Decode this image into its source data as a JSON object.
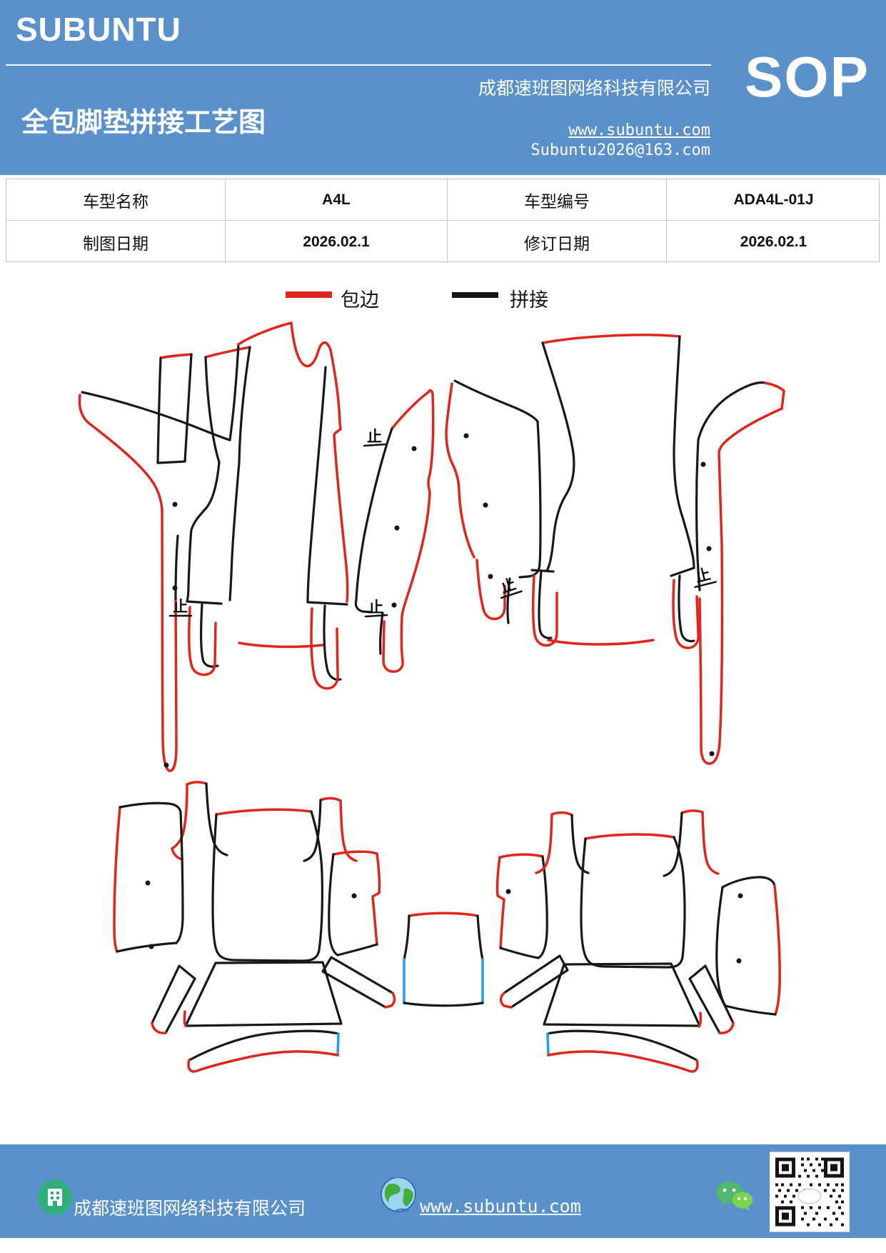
{
  "header": {
    "logo": "SUBUNTU",
    "title": "全包脚垫拼接工艺图",
    "company": "成都速班图网络科技有限公司",
    "sop_label": "SOP",
    "website": "www.subuntu.com",
    "email": "Subuntu2026@163.com"
  },
  "info_table": {
    "rows": [
      {
        "cells": [
          "车型名称",
          "A4L",
          "车型编号",
          "ADA4L-01J"
        ]
      },
      {
        "cells": [
          "制图日期",
          "2026.02.1",
          "修订日期",
          "2026.02.1"
        ]
      }
    ]
  },
  "legend": {
    "items": [
      {
        "label": "包边",
        "color": "#e0261c"
      },
      {
        "label": "拼接",
        "color": "#141414"
      }
    ]
  },
  "diagram": {
    "stop_mark": "止",
    "colors": {
      "edge_wrap": "#e0261c",
      "splice": "#181818",
      "accent": "#2b9ce5"
    }
  },
  "footer": {
    "company": "成都速班图网络科技有限公司",
    "website": "www.subuntu.com"
  }
}
